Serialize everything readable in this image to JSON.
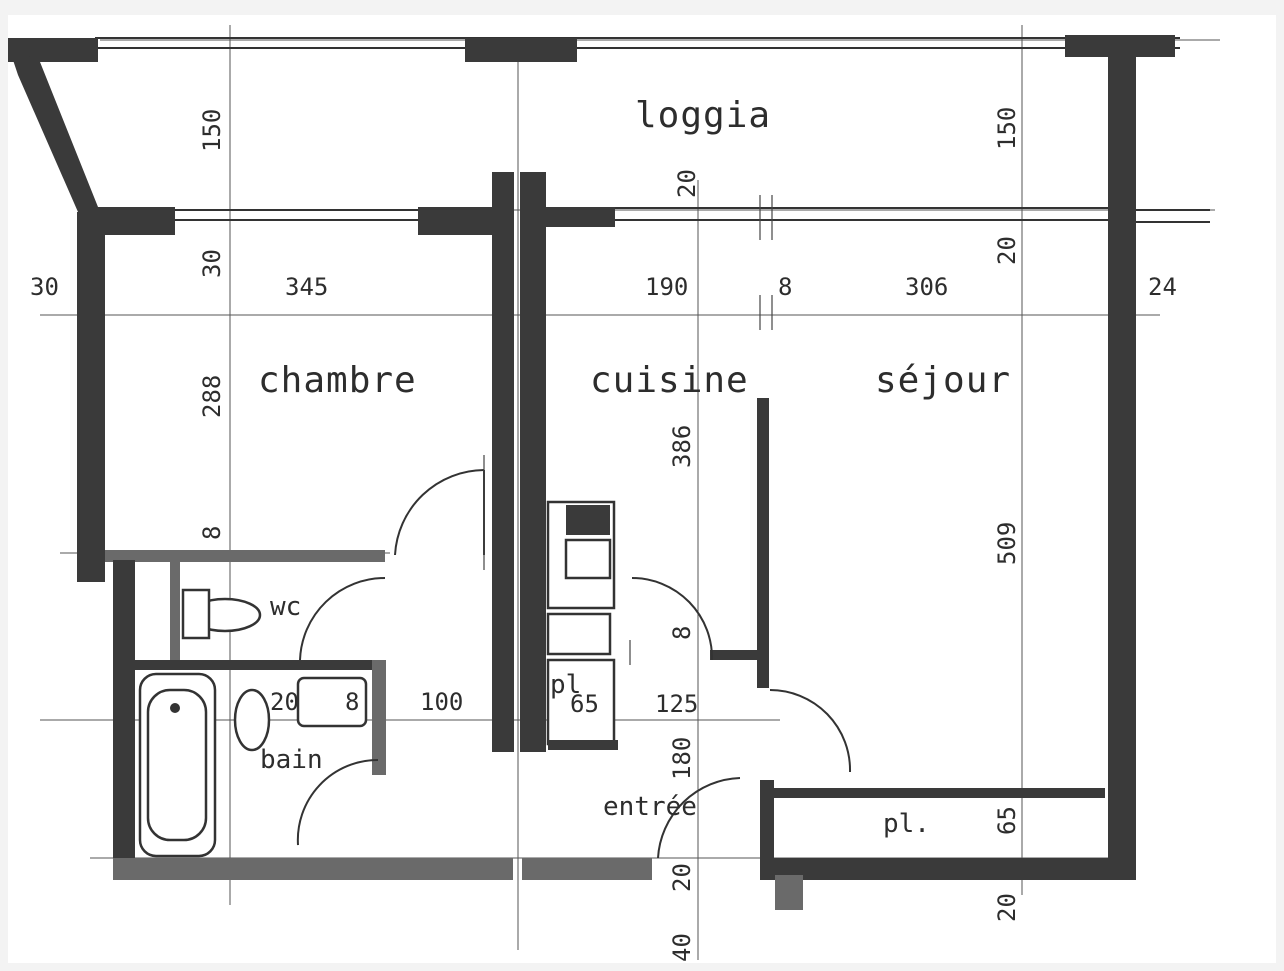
{
  "rooms": {
    "loggia": "loggia",
    "chambre": "chambre",
    "cuisine": "cuisine",
    "sejour": "séjour",
    "wc": "wc",
    "bain": "bain",
    "entree": "entrée",
    "pl_kitchen": "pl",
    "pl_sejour": "pl."
  },
  "dimensions": {
    "d150_left": "150",
    "d150_right": "150",
    "d20_top": "20",
    "d30_left": "30",
    "d30_vert": "30",
    "d345": "345",
    "d190": "190",
    "d8_top": "8",
    "d306": "306",
    "d24": "24",
    "d20_right": "20",
    "d288": "288",
    "d386": "386",
    "d509": "509",
    "d8_left": "8",
    "d8_mid": "8",
    "d20_bath": "20",
    "d8_bath": "8",
    "d100": "100",
    "d65_kitchen": "65",
    "d125": "125",
    "d180": "180",
    "d65_right": "65",
    "d20_bottom_mid": "20",
    "d20_bottom_right": "20",
    "d40": "40"
  }
}
